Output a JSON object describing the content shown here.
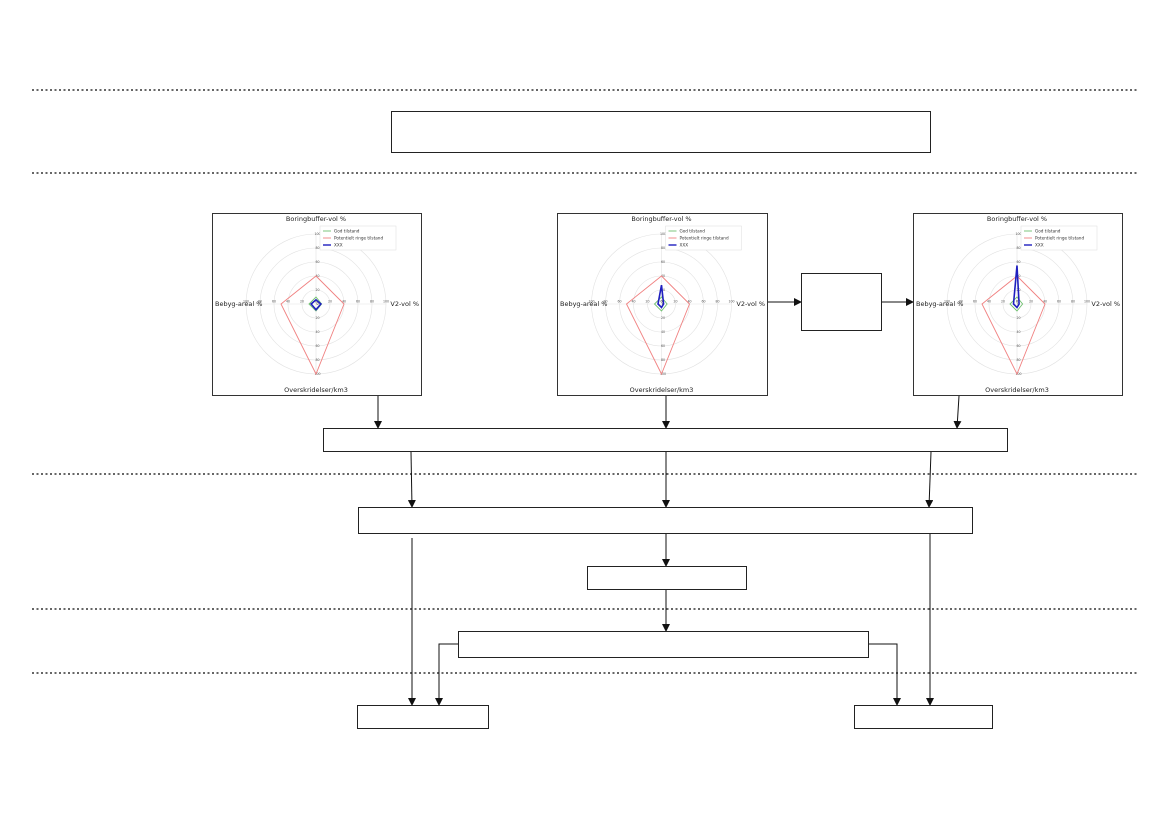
{
  "diagram": {
    "palette": {
      "line": "#222222",
      "separator": "#333333"
    },
    "radar_plots": [
      {
        "axes": [
          "Boringbuffer-vol %",
          "V2-vol %",
          "Overskridelser/km3",
          "Bebyg-areal %"
        ],
        "ticks": [
          "0",
          "10",
          "20",
          "30",
          "40",
          "50",
          "60",
          "70",
          "80",
          "90",
          "100"
        ],
        "legend": [
          "God tilstand",
          "Potentielt ringe tilstand",
          "XXX"
        ]
      },
      {
        "axes": [
          "Boringbuffer-vol %",
          "V2-vol %",
          "Overskridelser/km3",
          "Bebyg-areal %"
        ],
        "ticks": [
          "0",
          "10",
          "20",
          "30",
          "40",
          "50",
          "60",
          "70",
          "80",
          "90",
          "100"
        ],
        "legend": [
          "God tilstand",
          "Potentielt ringe tilstand",
          "XXX"
        ]
      },
      {
        "axes": [
          "Boringbuffer-vol %",
          "V2-vol %",
          "Overskridelser/km3",
          "Bebyg-areal %"
        ],
        "ticks": [
          "0",
          "10",
          "20",
          "30",
          "40",
          "50",
          "60",
          "70",
          "80",
          "90",
          "100"
        ],
        "legend": [
          "God tilstand",
          "Potentielt ringe tilstand",
          "XXX"
        ]
      }
    ]
  },
  "chart_data": [
    {
      "type": "radar",
      "axes": [
        "Boringbuffer-vol %",
        "V2-vol %",
        "Overskridelser/km3",
        "Bebyg-areal %"
      ],
      "range": [
        0,
        100
      ],
      "series": [
        {
          "name": "God tilstand",
          "color": "#6fbf6f",
          "values": [
            10,
            8,
            10,
            10
          ]
        },
        {
          "name": "Potentielt ringe tilstand",
          "color": "#f08080",
          "values": [
            40,
            40,
            100,
            50
          ]
        },
        {
          "name": "XXX",
          "color": "#1f1fbf",
          "values": [
            6,
            7,
            8,
            7
          ]
        }
      ]
    },
    {
      "type": "radar",
      "axes": [
        "Boringbuffer-vol %",
        "V2-vol %",
        "Overskridelser/km3",
        "Bebyg-areal %"
      ],
      "range": [
        0,
        100
      ],
      "series": [
        {
          "name": "God tilstand",
          "color": "#6fbf6f",
          "values": [
            10,
            8,
            10,
            10
          ]
        },
        {
          "name": "Potentielt ringe tilstand",
          "color": "#f08080",
          "values": [
            40,
            40,
            100,
            50
          ]
        },
        {
          "name": "XXX",
          "color": "#1f1fbf",
          "values": [
            27,
            3,
            5,
            5
          ]
        }
      ]
    },
    {
      "type": "radar",
      "axes": [
        "Boringbuffer-vol %",
        "V2-vol %",
        "Overskridelser/km3",
        "Bebyg-areal %"
      ],
      "range": [
        0,
        100
      ],
      "series": [
        {
          "name": "God tilstand",
          "color": "#6fbf6f",
          "values": [
            10,
            8,
            10,
            10
          ]
        },
        {
          "name": "Potentielt ringe tilstand",
          "color": "#f08080",
          "values": [
            40,
            40,
            100,
            50
          ]
        },
        {
          "name": "XXX",
          "color": "#1f1fbf",
          "values": [
            55,
            3,
            5,
            5
          ]
        }
      ]
    }
  ]
}
